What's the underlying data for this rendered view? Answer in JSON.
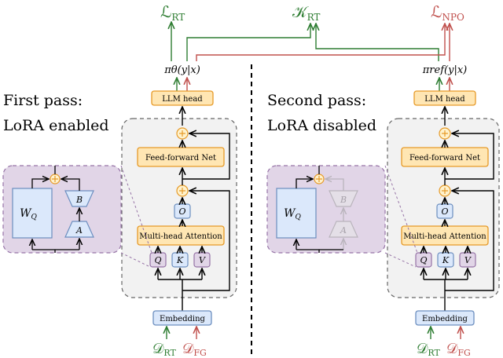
{
  "top": {
    "loss_rt": "ℒ",
    "loss_rt_sub": "RT",
    "kappa_rt": "𝒦",
    "kappa_rt_sub": "RT",
    "loss_npo": "ℒ",
    "loss_npo_sub": "NPO"
  },
  "left": {
    "caption_line1": "First pass:",
    "caption_line2": "LoRA enabled",
    "policy_label": "πθ(y|x)",
    "llm_head": "LLM head",
    "ffn": "Feed-forward Net",
    "attn": "Multi-head Attention",
    "o": "O",
    "q": "Q",
    "k": "K",
    "v": "V",
    "embedding": "Embedding",
    "d_rt": "𝒟",
    "d_rt_sub": "RT",
    "d_fg": "𝒟",
    "d_fg_sub": "FG",
    "wq": "W",
    "wq_sub": "Q",
    "lora_b": "B",
    "lora_a": "A"
  },
  "right": {
    "caption_line1": "Second pass:",
    "caption_line2": "LoRA disabled",
    "policy_label": "πref(y|x)",
    "llm_head": "LLM head",
    "ffn": "Feed-forward Net",
    "attn": "Multi-head Attention",
    "o": "O",
    "q": "Q",
    "k": "K",
    "v": "V",
    "embedding": "Embedding",
    "d_rt": "𝒟",
    "d_rt_sub": "RT",
    "d_fg": "𝒟",
    "d_fg_sub": "FG",
    "wq": "W",
    "wq_sub": "Q",
    "lora_b": "B",
    "lora_a": "A"
  },
  "colors": {
    "green": "#2e7d32",
    "red": "#c0504d",
    "orange_fill": "#ffe6b3",
    "orange_stroke": "#e69a28",
    "blue_fill": "#dbe8fb",
    "blue_stroke": "#6c8ebf",
    "purple_fill": "#e1d5e7",
    "purple_stroke": "#9673a6",
    "gray_fill": "#f2f2f2",
    "plus_fill": "#fff2cc"
  }
}
